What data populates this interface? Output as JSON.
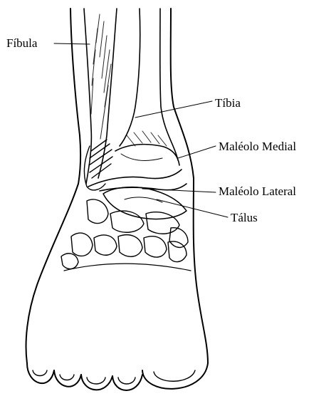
{
  "labels": {
    "fibula": "Fíbula",
    "tibia": "Tíbia",
    "medial_malleolus": "Maléolo Medial",
    "lateral_malleolus": "Maléolo Lateral",
    "talus": "Tálus"
  },
  "colors": {
    "ink": "#000000",
    "background": "#ffffff"
  }
}
